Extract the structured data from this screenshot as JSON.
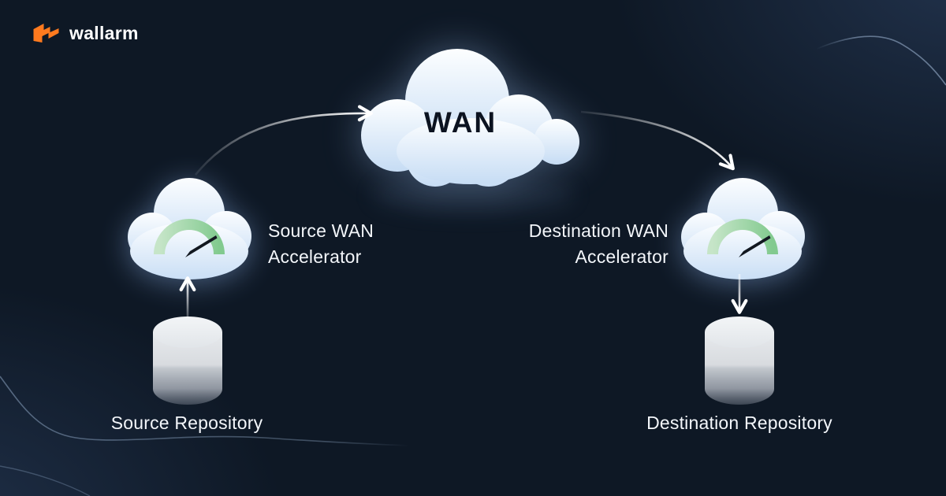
{
  "brand": {
    "logo_text": "wallarm",
    "logo_icon": "wallarm-flag-icon",
    "logo_color": "#ff7a1e"
  },
  "diagram": {
    "wan": {
      "label": "WAN"
    },
    "source_accelerator": {
      "line1": "Source WAN",
      "line2": "Accelerator",
      "icon": "speedometer-icon"
    },
    "destination_accelerator": {
      "line1": "Destination WAN",
      "line2": "Accelerator",
      "icon": "speedometer-icon"
    },
    "source_repository": {
      "label": "Source Repository",
      "icon": "database-icon"
    },
    "destination_repository": {
      "label": "Destination Repository",
      "icon": "database-icon"
    },
    "connections": [
      {
        "from": "source-wan-accelerator",
        "to": "wan",
        "style": "curved-arrow"
      },
      {
        "from": "wan",
        "to": "destination-wan-accelerator",
        "style": "curved-arrow"
      },
      {
        "from": "source-repository",
        "to": "source-wan-accelerator",
        "style": "straight-arrow-up"
      },
      {
        "from": "destination-wan-accelerator",
        "to": "destination-repository",
        "style": "straight-arrow-down"
      }
    ]
  },
  "colors": {
    "background": "#0e1825",
    "corner_glow": "#2b4062",
    "brand_orange": "#ff7a1e",
    "cloud_highlight": "#fbfdff",
    "cloud_shade": "#c6dcf4",
    "gauge_green": "#8ccd96",
    "needle_black": "#121820",
    "label_text": "#f3f6fa",
    "wan_text": "#0c1320",
    "arrow_white": "#ffffff",
    "cylinder_light": "#edf0f3",
    "cylinder_dark": "#8a92a0"
  }
}
